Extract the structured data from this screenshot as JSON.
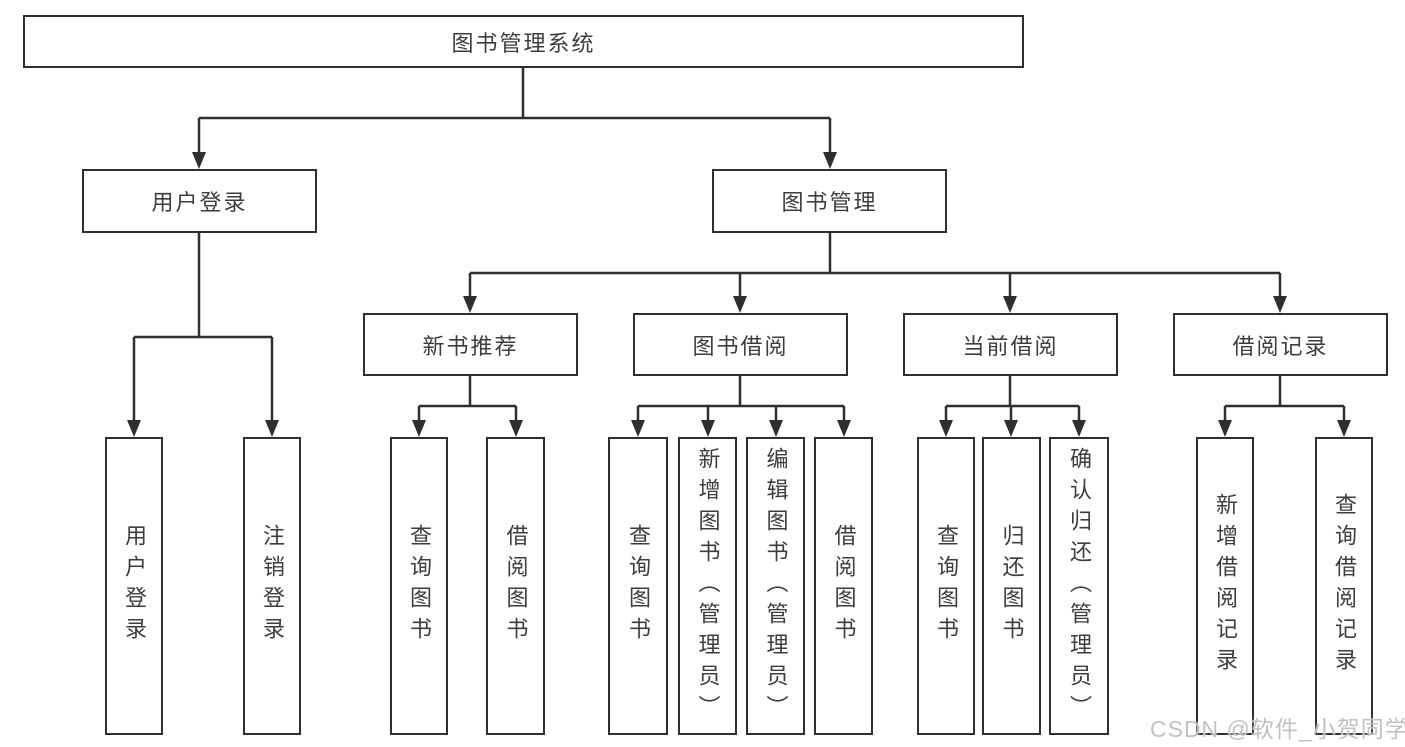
{
  "watermark": "CSDN @软件_小贺同学",
  "colors": {
    "line": "#2f2f2f",
    "box_border": "#2f2f2f",
    "text": "#3d3d3d",
    "watermark": "#c1c1c1",
    "background": "#ffffff"
  },
  "tree": {
    "label": "图书管理系统",
    "children": [
      {
        "label": "用户登录",
        "children": [
          {
            "label": "用户登录"
          },
          {
            "label": "注销登录"
          }
        ]
      },
      {
        "label": "图书管理",
        "children": [
          {
            "label": "新书推荐",
            "children": [
              {
                "label": "查询图书"
              },
              {
                "label": "借阅图书"
              }
            ]
          },
          {
            "label": "图书借阅",
            "children": [
              {
                "label": "查询图书"
              },
              {
                "label": "新增图书（管理员）"
              },
              {
                "label": "编辑图书（管理员）"
              },
              {
                "label": "借阅图书"
              }
            ]
          },
          {
            "label": "当前借阅",
            "children": [
              {
                "label": "查询图书"
              },
              {
                "label": "归还图书"
              },
              {
                "label": "确认归还（管理员）"
              }
            ]
          },
          {
            "label": "借阅记录",
            "children": [
              {
                "label": "新增借阅记录"
              },
              {
                "label": "查询借阅记录"
              }
            ]
          }
        ]
      }
    ]
  }
}
